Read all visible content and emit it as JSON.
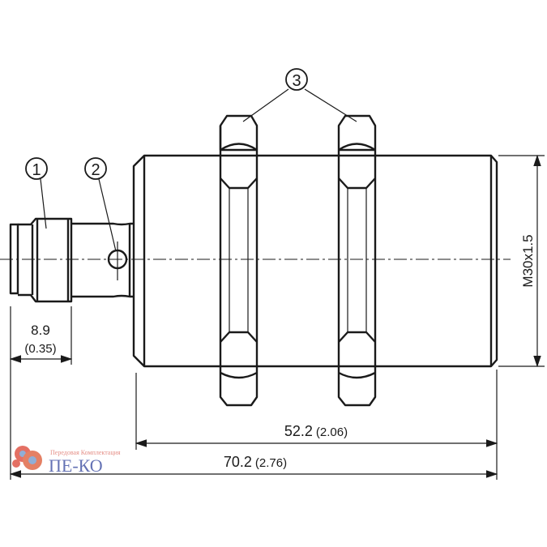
{
  "callouts": [
    "1",
    "2",
    "3"
  ],
  "dimensions": {
    "connector_length": {
      "value": "8.9",
      "inch": "(0.35)"
    },
    "thread": "M30x1.5",
    "body_length": {
      "value": "52.2",
      "inch": "(2.06)"
    },
    "total_length": {
      "value": "70.2",
      "inch": "(2.76)"
    }
  },
  "logo": {
    "tagline": "Передовая Комплектация",
    "name": "ПЕ-КО"
  },
  "colors": {
    "line": "#1a1a1a",
    "logo_text": "#4a5aa8",
    "logo_gear": "#e0584a"
  }
}
